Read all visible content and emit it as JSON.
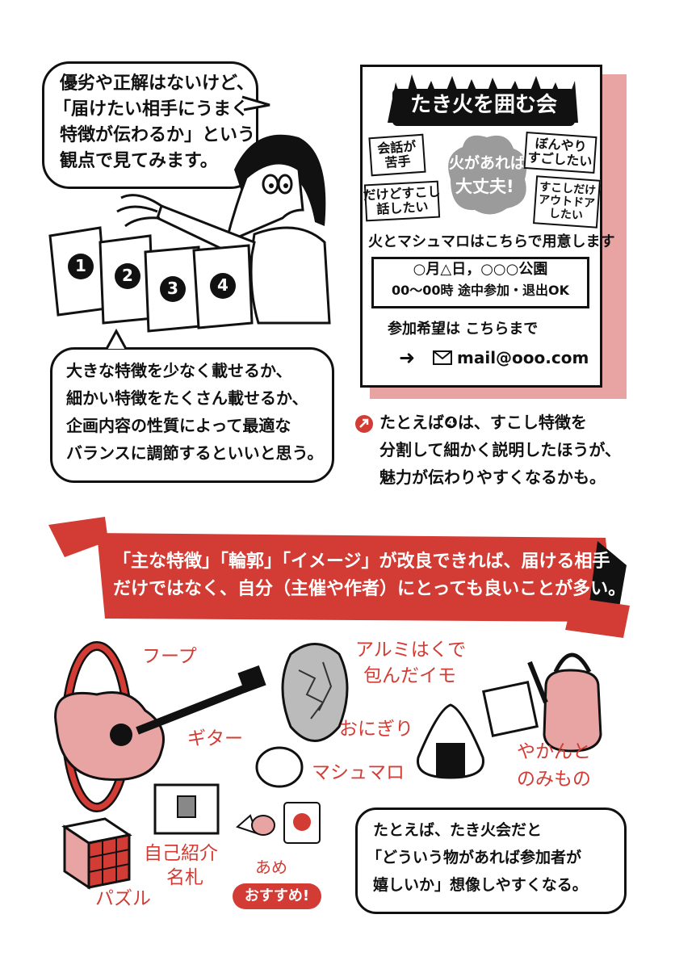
{
  "top_bubble": {
    "lines": [
      "優劣や正解はないけど、",
      "「届けたい相手にうまく",
      "特徴が伝わるか」という",
      "観点で見てみます。"
    ]
  },
  "cards": [
    "1",
    "2",
    "3",
    "4"
  ],
  "left_bubble": {
    "lines": [
      "大きな特徴を少なく載せるか、",
      "細かい特徴をたくさん載せるか、",
      "企画内容の性質によって最適な",
      "バランスに調節するといいと思う。"
    ]
  },
  "flyer": {
    "title": "たき火を囲む会",
    "center_lines": [
      "火があれば",
      "大丈夫!"
    ],
    "tags": [
      [
        "会話が",
        "苦手"
      ],
      [
        "ぼんやり",
        "すごしたい"
      ],
      [
        "だけどすこし",
        "話したい"
      ],
      [
        "すこしだけ",
        "アウトドア",
        "したい"
      ]
    ],
    "supply_note": "火とマシュマロはこちらで用意します",
    "info_lines": [
      "○月△日，○○○公園",
      "00〜00時 途中参加・退出OK"
    ],
    "apply_label": "参加希望は こちらまで",
    "mail": "mail@ooo.com"
  },
  "note_right": {
    "lines": [
      "たとえば❹は、すこし特徴を",
      "分割して細かく説明したほうが、",
      "魅力が伝わりやすくなるかも。"
    ]
  },
  "banner": {
    "lines": [
      "「主な特徴」「輪郭」「イメージ」が改良できれば、届ける相手",
      "だけではなく、自分（主催や作者）にとっても良いことが多い。"
    ]
  },
  "labels": {
    "hoop": "フープ",
    "guitar": "ギター",
    "foil_potato": [
      "アルミはくで",
      "包んだイモ"
    ],
    "onigiri": "おにぎり",
    "marshmallow": "マシュマロ",
    "kettle": [
      "やかんと",
      "のみもの"
    ],
    "nametag": [
      "自己紹介",
      "名札"
    ],
    "puzzle": "パズル",
    "candy": "あめ",
    "recommend": "おすすめ!"
  },
  "bottom_bubble": {
    "lines": [
      "たとえば、たき火会だと",
      "「どういう物があれば参加者が",
      "嬉しいか」想像しやすくなる。"
    ]
  },
  "colors": {
    "accent_red": "#d33c35",
    "pink": "#e8a3a3",
    "ink": "#111111"
  }
}
